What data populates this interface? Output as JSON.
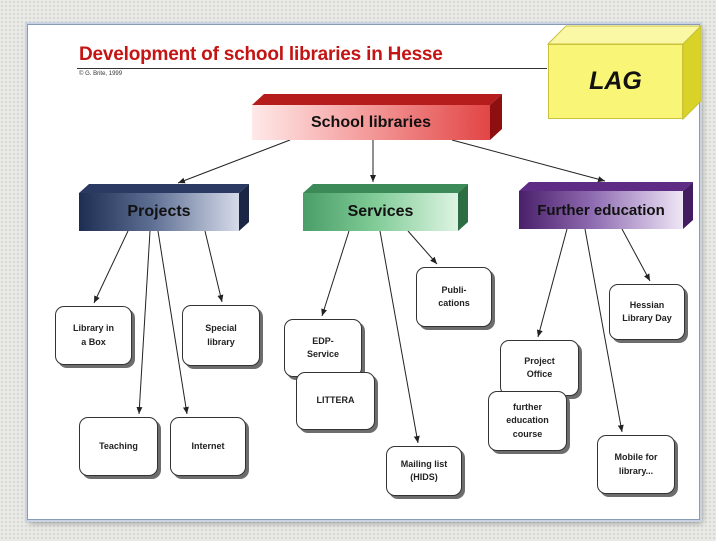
{
  "title": "Development of school libraries in Hesse",
  "credit": "© G. Brite, 1999",
  "badge": "LAG",
  "root": "School libraries",
  "categories": {
    "projects": "Projects",
    "services": "Services",
    "further": "Further education"
  },
  "leaves": {
    "library_in_box": "Library in\na Box",
    "special_library": "Special\nlibrary",
    "teaching": "Teaching",
    "internet": "Internet",
    "edp_service": "EDP-\nService",
    "littera": "LITTERA",
    "publications": "Publi-\ncations",
    "mailing_list": "Mailing list\n(HIDS)",
    "project_office": "Project\nOffice",
    "further_course": "further\neducation\ncourse",
    "hessian_library_day": "Hessian\nLibrary Day",
    "mobile": "Mobile for\nlibrary..."
  },
  "colors": {
    "title": "#c41414",
    "root": "#e24545",
    "projects": "#1e2d52",
    "services": "#4a9e68",
    "further": "#4a1f6a",
    "badge": "#f9f576"
  }
}
